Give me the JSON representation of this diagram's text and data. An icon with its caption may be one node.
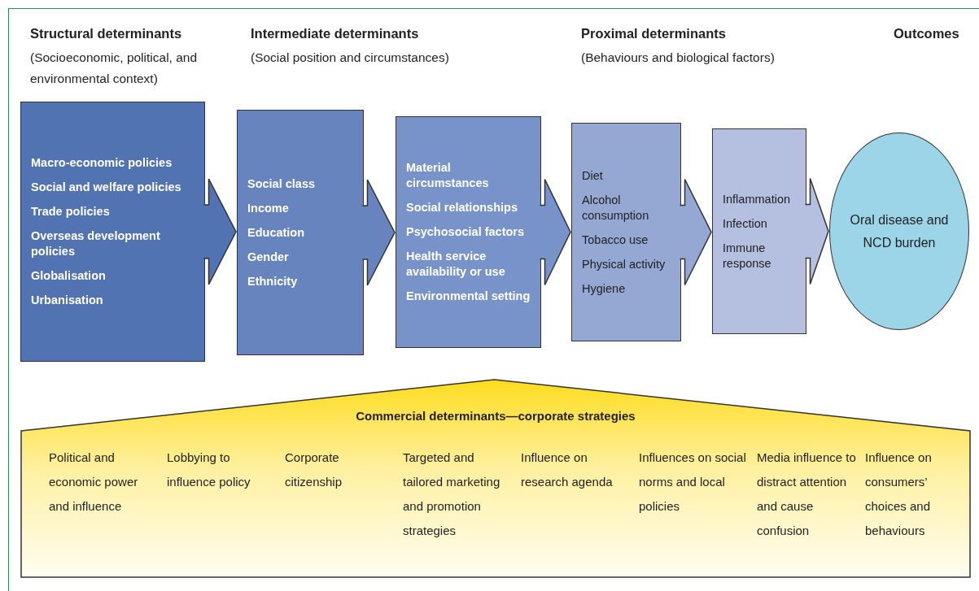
{
  "diagram": {
    "nodes": [
      {
        "text": [
          "Macro-economic policies",
          "Social and welfare policies",
          "Trade policies",
          "Overseas development policies",
          "Globalisation",
          "Urbanisation"
        ]
      },
      {
        "text": [
          "Social class",
          "Income",
          "Education",
          "Gender",
          "Ethnicity"
        ]
      },
      {
        "text": [
          "Material circumstances",
          "Social relationships",
          "Psychosocial factors",
          "Health service availability or use",
          "Environmental setting"
        ]
      },
      {
        "text": [
          "Diet",
          "Alcohol consumption",
          "Tobacco use",
          "Physical activity",
          "Hygiene"
        ]
      },
      {
        "text": [
          "Inflammation",
          "Infection",
          "Immune response"
        ]
      },
      {
        "text": [
          "Oral disease and NCD burden"
        ]
      },
      {
        "text": [
          "Commercial determinants—corporate strategies",
          "Political and economic power and influence",
          "Lobbying to influence policy",
          "Corporate citizenship",
          "Targeted and tailored marketing and promotion strategies",
          "Influence on research agenda",
          "Influences on social norms and local policies",
          "Media influence to distract attention and cause confusion",
          "Influence on consumers’ choices and behaviours"
        ]
      }
    ],
    "edges": [
      {
        "from": 0,
        "to": 1,
        "arrow": "to"
      },
      {
        "from": 1,
        "to": 2,
        "arrow": "to"
      },
      {
        "from": 2,
        "to": 3,
        "arrow": "to"
      },
      {
        "from": 3,
        "to": 4,
        "arrow": "to"
      },
      {
        "from": 4,
        "to": 5,
        "arrow": "to"
      }
    ],
    "labels": [
      "Structural determinants",
      "(Socioeconomic, political, and environmental context)",
      "Intermediate determinants",
      "(Social position and circumstances)",
      "Proximal determinants",
      "(Behaviours and biological factors)",
      "Outcomes"
    ]
  }
}
